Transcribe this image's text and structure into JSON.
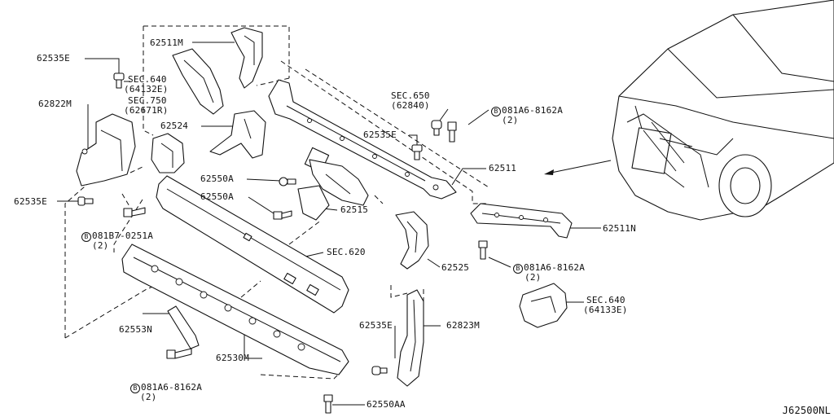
{
  "diagram": {
    "code": "J62500NL",
    "labels": {
      "l62535E_a": "62535E",
      "lSEC640a": "SEC.640",
      "lSEC640a_sub": "(64132E)",
      "lSEC750": "SEC.750",
      "lSEC750_sub": "(62671R)",
      "l62822M": "62822M",
      "l62535E_b": "62535E",
      "l081B7_mark": "B",
      "l081B7": "081B7-0251A",
      "l081B7_qty": "(2)",
      "l62511M": "62511M",
      "l62524": "62524",
      "l62550A_a": "62550A",
      "l62550A_b": "62550A",
      "l62515": "62515",
      "lSEC620": "SEC.620",
      "l62553N": "62553N",
      "l62530M": "62530M",
      "l081A6_c_mark": "B",
      "l081A6_c": "081A6-8162A",
      "l081A6_c_qty": "(2)",
      "l62550AA": "62550AA",
      "lSEC650": "SEC.650",
      "lSEC650_sub": "(62840)",
      "l081A6_a_mark": "B",
      "l081A6_a": "081A6-8162A",
      "l081A6_a_qty": "(2)",
      "l62535E_c": "62535E",
      "l62511": "62511",
      "l62511N": "62511N",
      "l62525": "62525",
      "l081A6_b_mark": "B",
      "l081A6_b": "081A6-8162A",
      "l081A6_b_qty": "(2)",
      "lSEC640b": "SEC.640",
      "lSEC640b_sub": "(64133E)",
      "l62535E_d": "62535E",
      "l62823M": "62823M"
    }
  }
}
